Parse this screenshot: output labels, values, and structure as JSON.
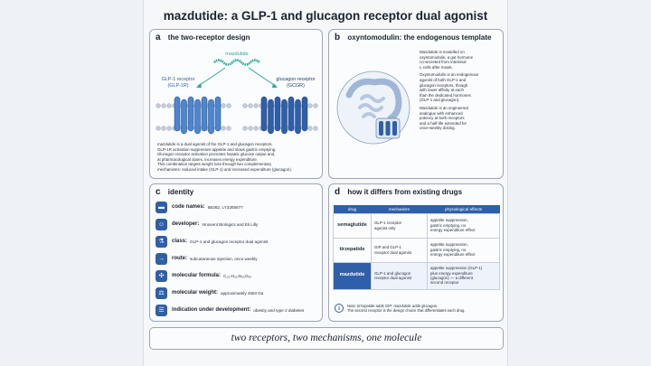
{
  "title": "mazdutide: a GLP-1 and glucagon receptor dual agonist",
  "panel_a": {
    "letter": "a",
    "heading": "the two-receptor design",
    "ligand_label": "mazdutide",
    "left_receptor": [
      "GLP-1 receptor",
      "(GLP-1R)"
    ],
    "right_receptor": [
      "glucagon receptor",
      "(GCGR)"
    ],
    "text": [
      "mazdutide is a dual agonist of the GLP-1 and glucagon receptors.",
      "GLP-1R activation suppresses appetite and slows gastric emptying.",
      "Glucagon receptor activation promotes hepatic glucose output and,",
      "at pharmacological doses, increases energy expenditure.",
      "This combination targets weight loss through two complementary",
      "mechanisms: reduced intake (GLP-1) and increased expenditure (glucagon)."
    ]
  },
  "panel_b": {
    "letter": "b",
    "heading": "oxyntomodulin: the endogenous template",
    "paragraphs": [
      [
        "Mazdutide is modelled on",
        "oxyntomodulin, a gut hormone",
        "co-secreted from intestinal",
        "L-cells after meals."
      ],
      [
        "Oxyntomodulin is an endogenous",
        "agonist of both GLP-1 and",
        "glucagon receptors, though",
        "with lower affinity at each",
        "than the dedicated hormones",
        "(GLP-1 and glucagon)."
      ],
      [
        "Mazdutide is an engineered",
        "analogue with enhanced",
        "potency at both receptors",
        "and a half-life extended for",
        "once-weekly dosing."
      ]
    ]
  },
  "panel_c": {
    "letter": "c",
    "heading": "identity",
    "rows": [
      {
        "icon": "pill-icon",
        "glyph": "▬",
        "label": "code names:",
        "value": "IBI362, LY3305677"
      },
      {
        "icon": "user-icon",
        "glyph": "☺",
        "label": "developer:",
        "value": "Innovent Biologics and Eli Lilly"
      },
      {
        "icon": "flask-icon",
        "glyph": "⚗",
        "label": "class:",
        "value": "GLP-1 and glucagon receptor dual agonist"
      },
      {
        "icon": "syringe-icon",
        "glyph": "→",
        "label": "route:",
        "value": "subcutaneous injection, once weekly"
      },
      {
        "icon": "molecule-icon",
        "glyph": "✣",
        "label": "molecular formula:",
        "value": "C₂₀₇H₃₁₇N₄₅O₆₅"
      },
      {
        "icon": "scale-icon",
        "glyph": "⚖",
        "label": "molecular weight:",
        "value": "approximately 4563 Da"
      },
      {
        "icon": "clipboard-icon",
        "glyph": "☰",
        "label": "indication under development:",
        "value": "obesity and type 2 diabetes"
      }
    ]
  },
  "panel_d": {
    "letter": "d",
    "heading": "how it differs from existing drugs",
    "columns": [
      "drug",
      "mechanism",
      "physiological effects"
    ],
    "rows": [
      {
        "drug": "semaglutide",
        "mechanism": [
          "GLP-1 receptor",
          "agonist only"
        ],
        "effects": [
          "appetite suppression,",
          "gastric emptying, no",
          "energy expenditure effect"
        ]
      },
      {
        "drug": "tirzepatide",
        "mechanism": [
          "GIP and GLP-1",
          "receptor dual agonist"
        ],
        "effects": [
          "appetite suppression,",
          "gastric emptying, no",
          "energy expenditure effect"
        ]
      },
      {
        "drug": "mazdutide",
        "mechanism": [
          "GLP-1 and glucagon",
          "receptor dual agonist"
        ],
        "effects": [
          "appetite suppression (GLP-1)",
          "plus energy expenditure",
          "(glucagon) — a different",
          "second receptor"
        ]
      }
    ],
    "note": [
      "Note: tirzepatide adds GIP; mazdutide adds glucagon.",
      "The second receptor is the design choice that differentiates each drug."
    ]
  },
  "footer": "two receptors, two mechanisms, one molecule",
  "colors": {
    "accent": "#2f5fa8",
    "ligand": "#2aa89a",
    "receptor_light": "#4d86cf"
  }
}
